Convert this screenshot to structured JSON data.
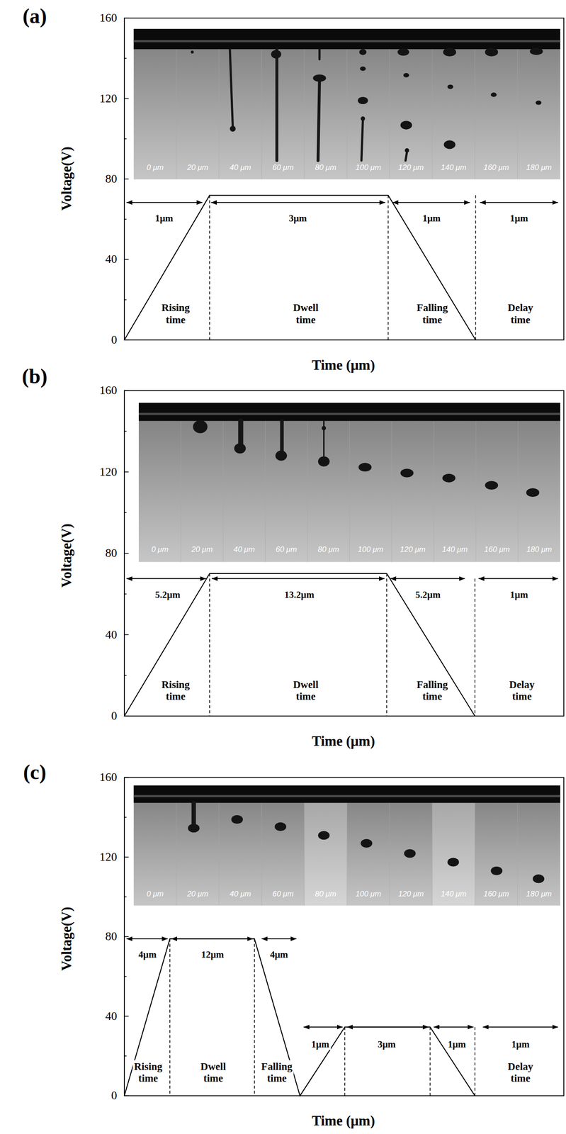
{
  "diagram": {
    "labels": [
      "(a)",
      "160",
      "120",
      "80",
      "40",
      "0",
      "Voltage(V)",
      "Time (μm)",
      "0 μm",
      "20 μm",
      "40 μm",
      "60 μm",
      "80 μm",
      "100 μm",
      "120 μm",
      "140 μm",
      "160 μm",
      "180 μm",
      "1μm",
      "3μm",
      "1μm",
      "1μm",
      "Rising time",
      "Dwell time",
      "Falling time",
      "Delay time",
      "(b)",
      "160",
      "120",
      "80",
      "40",
      "0",
      "Voltage(V)",
      "Time (μm)",
      "0 μm",
      "20 μm",
      "40 μm",
      "60 μm",
      "80 μm",
      "100 μm",
      "120 μm",
      "140 μm",
      "160 μm",
      "180 μm",
      "5.2μm",
      "13.2μm",
      "5.2μm",
      "1μm",
      "Rising time",
      "Dwell time",
      "Falling time",
      "Delay time",
      "(c)",
      "160",
      "120",
      "80",
      "40",
      "0",
      "Voltage(V)",
      "Time (μm)",
      "0 μm",
      "20 μm",
      "40 μm",
      "60 μm",
      "80 μm",
      "100 μm",
      "120 μm",
      "140 μm",
      "160 μm",
      "180 μm",
      "4μm",
      "12μm",
      "4μm",
      "1μm",
      "3μm",
      "1μm",
      "1μm",
      "Rising time",
      "Dwell time",
      "Falling time",
      "Delay time"
    ]
  }
}
